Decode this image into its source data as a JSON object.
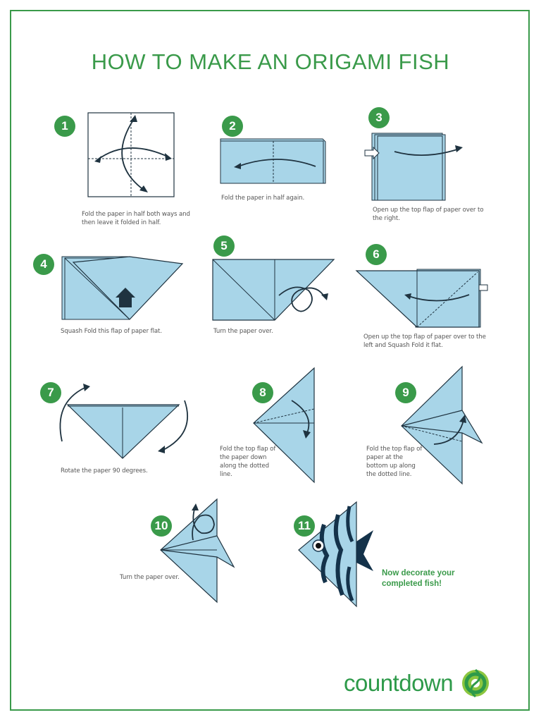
{
  "title": "HOW TO MAKE AN ORIGAMI FISH",
  "steps": [
    {
      "number": "1",
      "text": "Fold the paper in half both ways and then leave it folded in half."
    },
    {
      "number": "2",
      "text": "Fold the paper in half again."
    },
    {
      "number": "3",
      "text": "Open up the top flap of paper over to the right."
    },
    {
      "number": "4",
      "text": "Squash Fold this flap of paper flat."
    },
    {
      "number": "5",
      "text": "Turn the paper over."
    },
    {
      "number": "6",
      "text": "Open up the top flap of paper over to the left and Squash Fold it flat."
    },
    {
      "number": "7",
      "text": "Rotate the paper 90 degrees."
    },
    {
      "number": "8",
      "text": "Fold the top flap of the paper down along the dotted line."
    },
    {
      "number": "9",
      "text": "Fold the top flap of paper at the bottom up along the dotted line."
    },
    {
      "number": "10",
      "text": "Turn the paper over."
    },
    {
      "number": "11",
      "text": ""
    }
  ],
  "final_note": "Now decorate your completed fish!",
  "brand": {
    "name": "countdown",
    "logo_icon": "countdown-swirl-logo"
  },
  "colors": {
    "green": "#3a9a4a",
    "paper": "#a8d5e8",
    "outline": "#1f3340",
    "fish_stripe": "#14324a"
  }
}
